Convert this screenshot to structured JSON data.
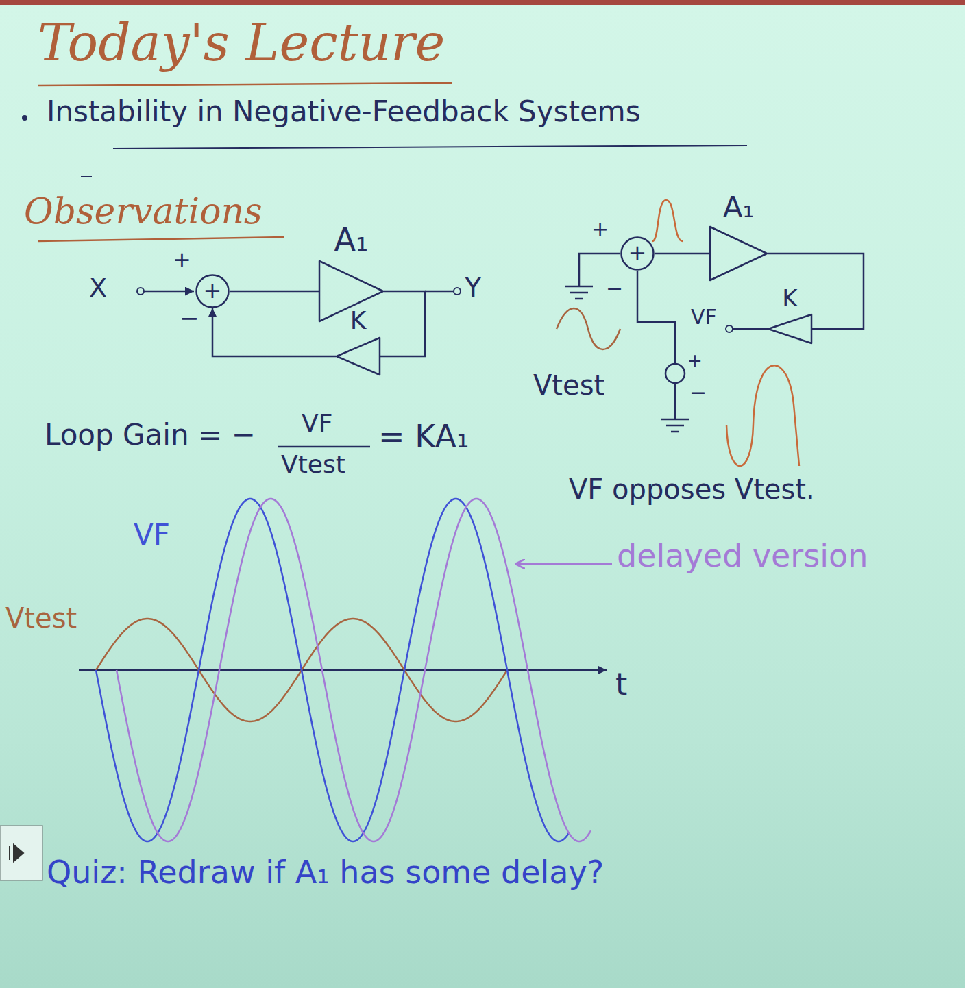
{
  "diagram": {
    "title": "Today's Lecture",
    "nodes": [
      {
        "text": [
          "+"
        ]
      },
      {
        "text": [
          "A₁"
        ]
      },
      {
        "text": [
          "K"
        ]
      },
      {
        "text": [
          "+"
        ]
      },
      {
        "text": [
          "A₁"
        ]
      },
      {
        "text": [
          "K"
        ]
      }
    ],
    "edges": [
      {
        "from": 0,
        "to": 1,
        "arrow": "none"
      },
      {
        "from": 1,
        "to": 2,
        "arrow": "none"
      },
      {
        "from": 2,
        "to": 0,
        "arrow": "to"
      },
      {
        "from": 3,
        "to": 4,
        "arrow": "none"
      },
      {
        "from": 4,
        "to": 5,
        "arrow": "none"
      }
    ],
    "labels": [
      "Instability in Negative-Feedback Systems",
      "Observations",
      "X",
      "+",
      "−",
      "Y",
      "+",
      "−",
      "VF",
      "Vtest",
      "+",
      "−",
      "Loop Gain = −",
      "VF",
      "Vtest",
      "= KA₁",
      "VF opposes Vtest.",
      "VF",
      "Vtest",
      "t",
      "delayed version",
      "Quiz: Redraw if A₁ has some delay?"
    ]
  }
}
